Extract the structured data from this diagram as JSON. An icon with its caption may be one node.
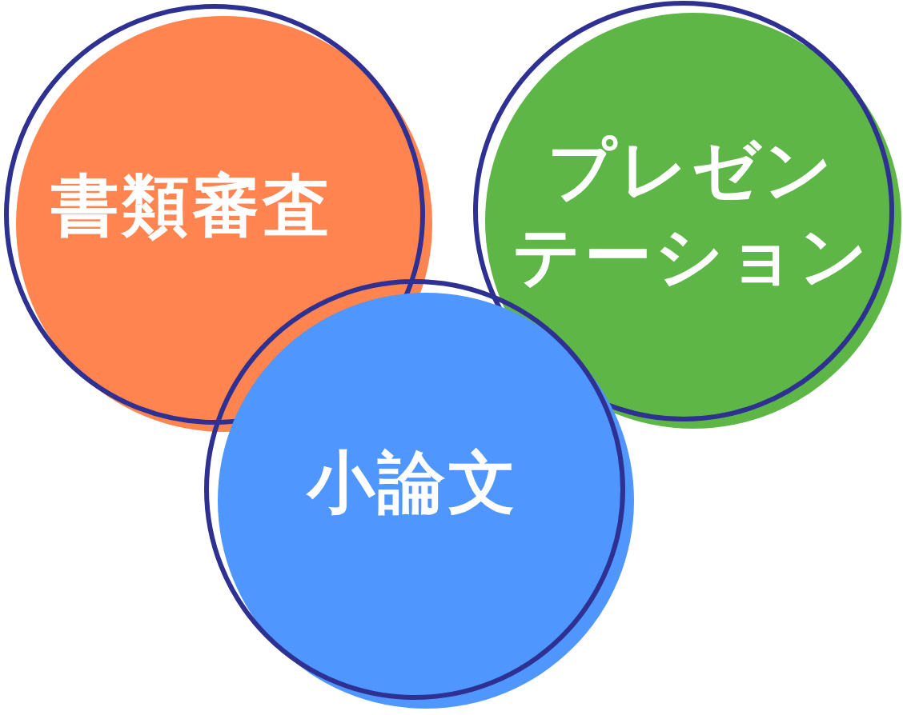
{
  "diagram": {
    "nodes": [
      {
        "text": [
          "書類審査"
        ]
      },
      {
        "text": [
          "プレゼンテーション"
        ]
      },
      {
        "text": [
          "小論文"
        ]
      }
    ]
  }
}
